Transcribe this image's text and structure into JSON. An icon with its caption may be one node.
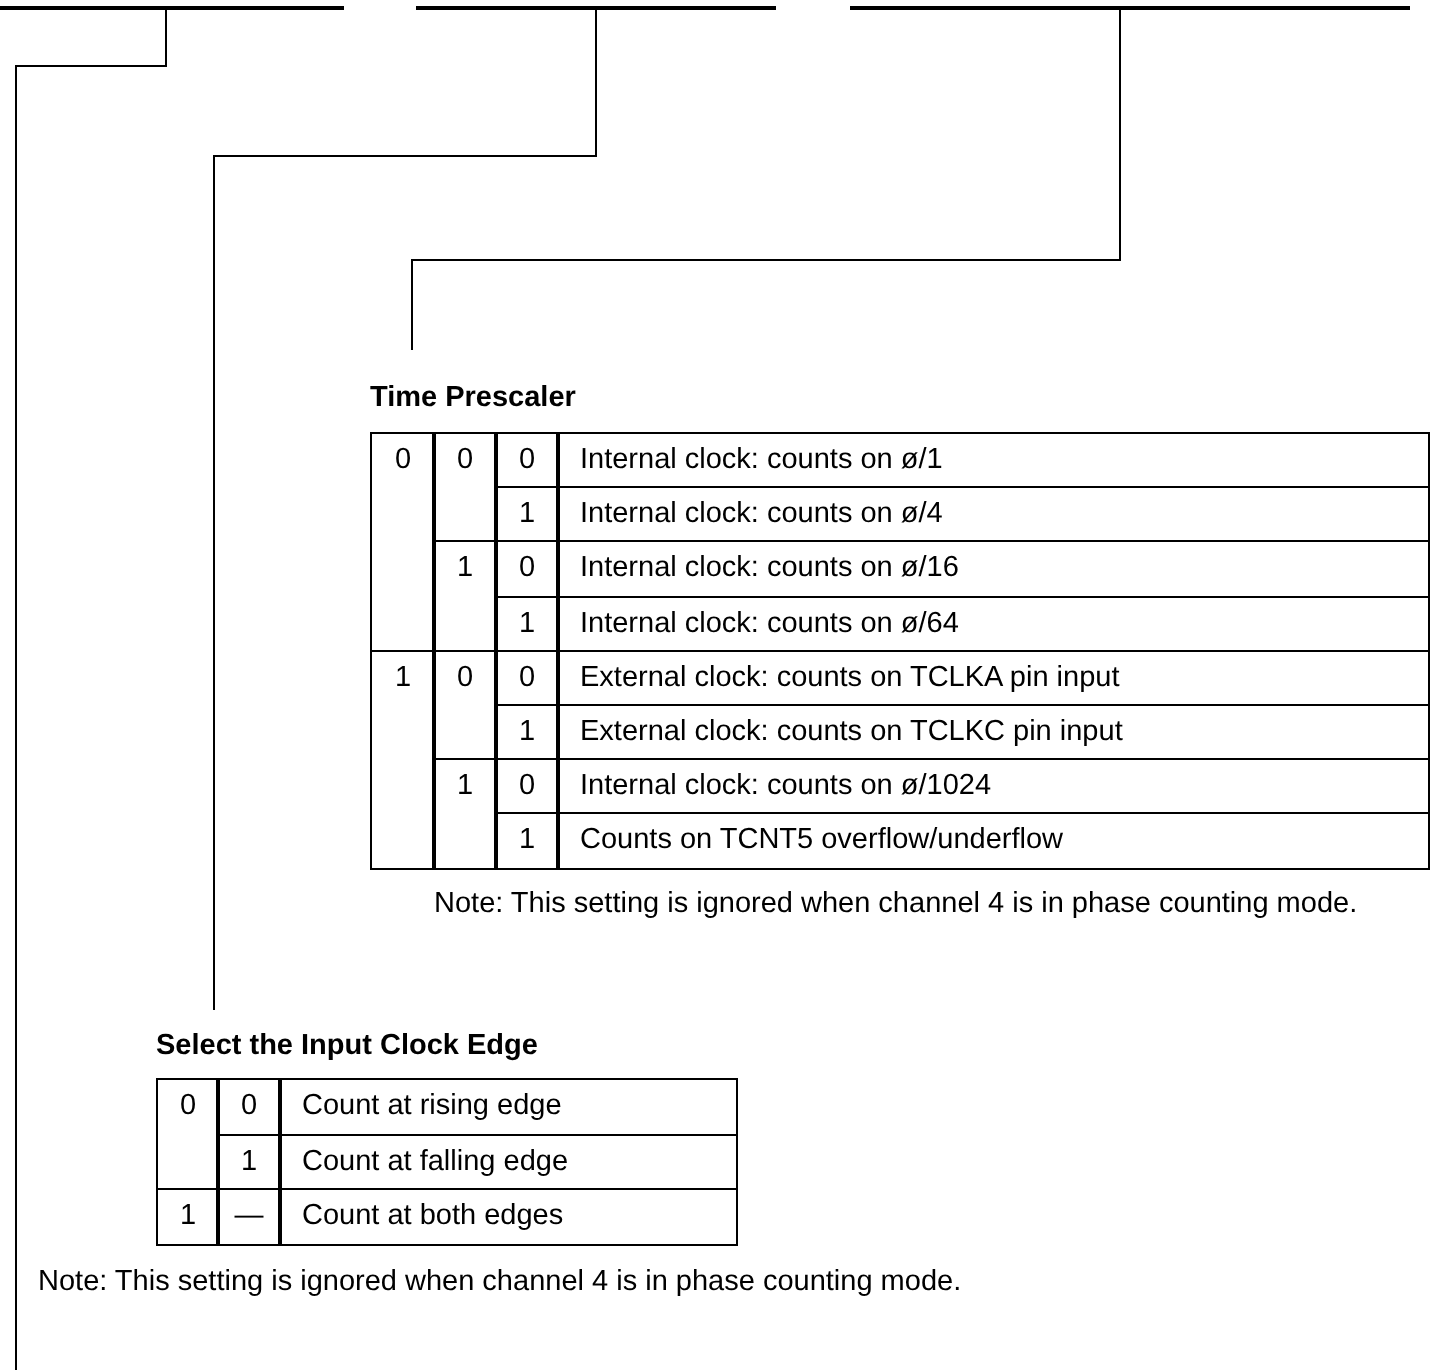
{
  "diagram": {
    "nodes": [
      {
        "text": [],
        "shape": "bar"
      },
      {
        "text": [],
        "shape": "bar"
      },
      {
        "text": [],
        "shape": "bar"
      },
      {
        "text": [
          "Time Prescaler"
        ],
        "beside": [
          "Note: This setting is ignored when channel 4 is in phase counting mode."
        ]
      },
      {
        "text": [
          "Select the Input Clock Edge"
        ],
        "beside": [
          "Note: This setting is ignored when channel 4 is in phase counting mode."
        ]
      }
    ],
    "edges": [
      {
        "from": 0,
        "to": null,
        "arrow": "none"
      },
      {
        "from": 1,
        "to": 4,
        "arrow": "none"
      },
      {
        "from": 2,
        "to": 3,
        "arrow": "none"
      }
    ],
    "labels": [
      "0",
      "0",
      "0",
      "Internal clock: counts on ø/1",
      "1",
      "Internal clock: counts on ø/4",
      "1",
      "0",
      "Internal clock: counts on ø/16",
      "1",
      "Internal clock: counts on ø/64",
      "1",
      "0",
      "0",
      "External clock: counts on TCLKA pin input",
      "1",
      "External clock: counts on TCLKC pin input",
      "1",
      "0",
      "Internal clock: counts on ø/1024",
      "1",
      "Counts on TCNT5 overflow/underflow",
      "0",
      "0",
      "Count at rising edge",
      "1",
      "Count at falling edge",
      "1",
      "—",
      "Count at both edges"
    ]
  }
}
